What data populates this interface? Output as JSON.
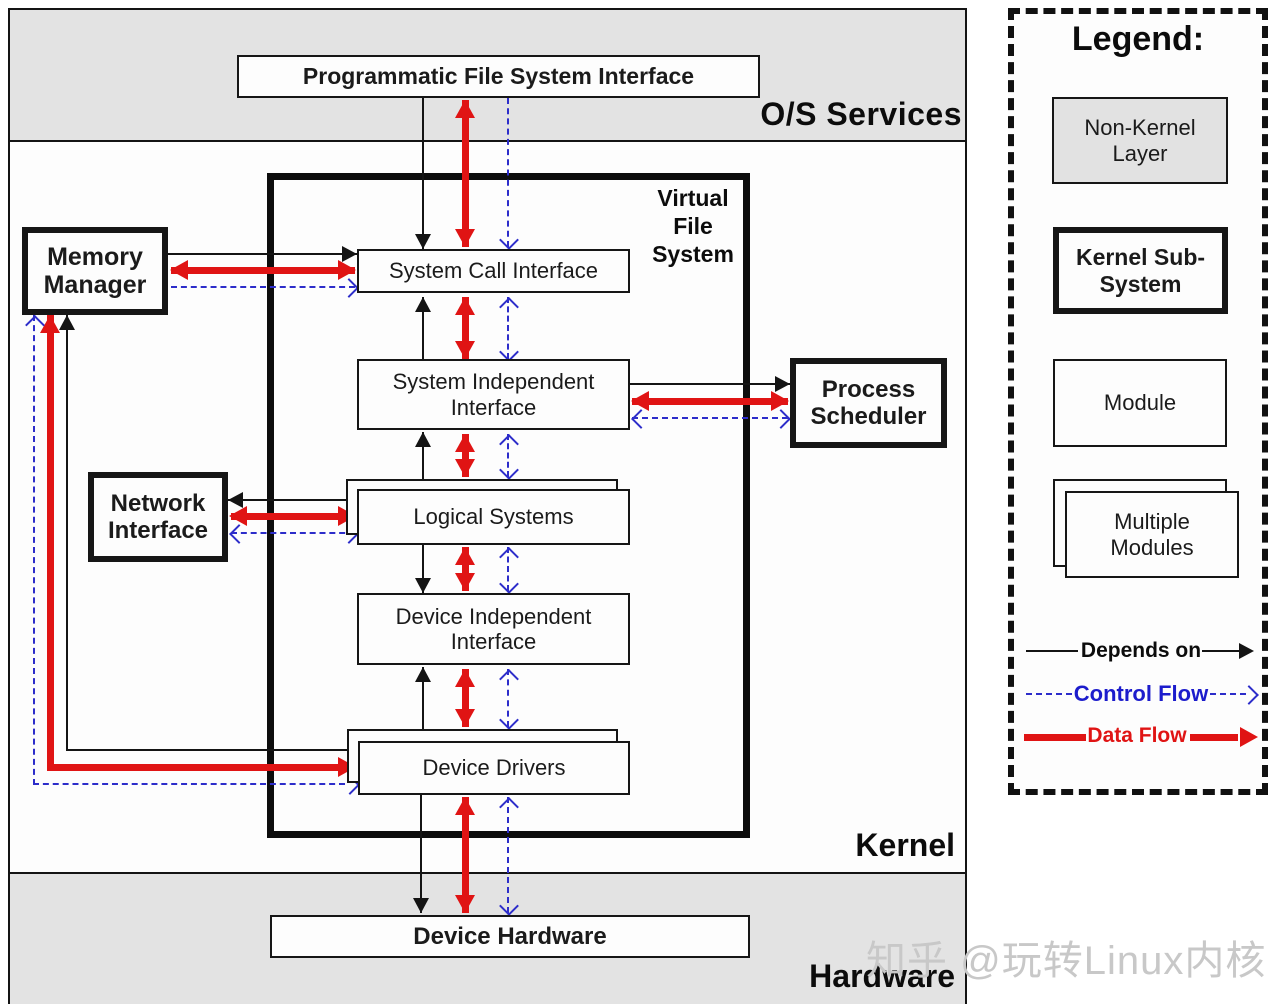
{
  "diagram": {
    "os_services_label": "O/S Services",
    "kernel_label": "Kernel",
    "hardware_label": "Hardware",
    "boxes": {
      "programmatic": "Programmatic File System Interface",
      "vfs_title": "Virtual File System",
      "system_call": "System Call Interface",
      "system_independent": "System Independent Interface",
      "logical_systems": "Logical Systems",
      "device_independent": "Device Independent Interface",
      "device_drivers": "Device Drivers",
      "memory_manager": "Memory Manager",
      "network_interface": "Network Interface",
      "process_scheduler": "Process Scheduler",
      "device_hardware": "Device Hardware"
    }
  },
  "legend": {
    "title": "Legend:",
    "non_kernel_layer": "Non-Kernel Layer",
    "kernel_subsystem": "Kernel Sub-System",
    "module": "Module",
    "multiple_modules": "Multiple Modules",
    "depends_on": "Depends on",
    "control_flow": "Control Flow",
    "data_flow": "Data Flow"
  },
  "watermark": "知乎 @玩转Linux内核",
  "colors": {
    "depends_black": "#141414",
    "data_flow_red": "#e01414",
    "control_flow_blue": "#2d2dca",
    "band_gray": "#e3e3e3"
  }
}
